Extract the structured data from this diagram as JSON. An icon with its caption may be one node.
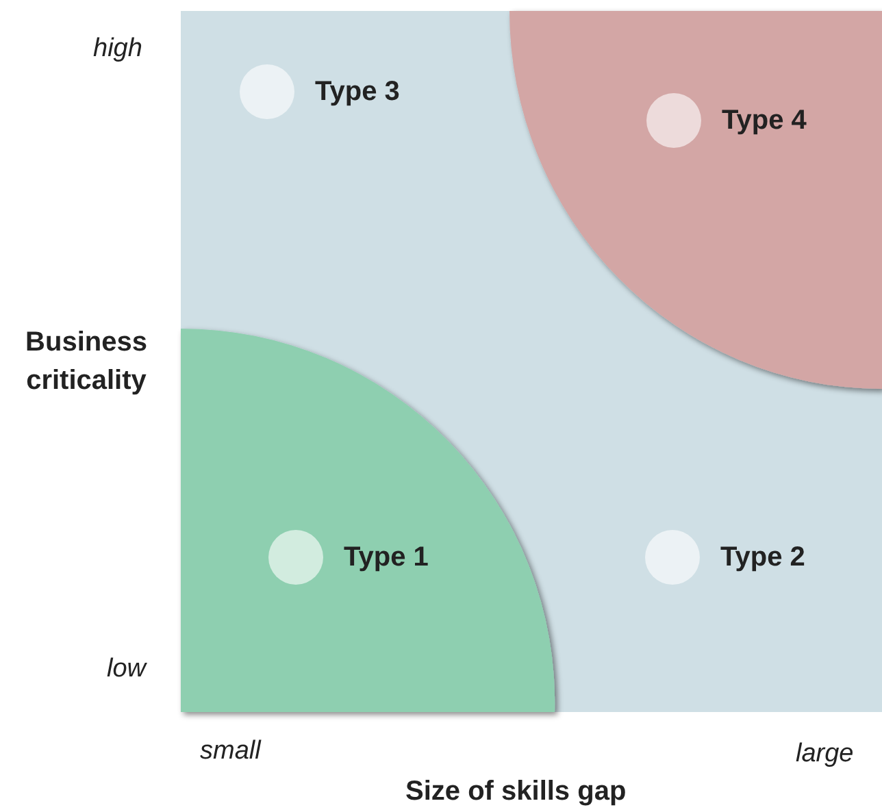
{
  "diagram": {
    "nodes": [
      {
        "text": [
          "Type 3"
        ]
      },
      {
        "text": [
          "Type 4"
        ]
      },
      {
        "text": [
          "Type 1"
        ]
      },
      {
        "text": [
          "Type 2"
        ]
      }
    ],
    "labels": [
      "high",
      "Business criticality",
      "low",
      "small",
      "large",
      "Size of skills gap"
    ]
  }
}
